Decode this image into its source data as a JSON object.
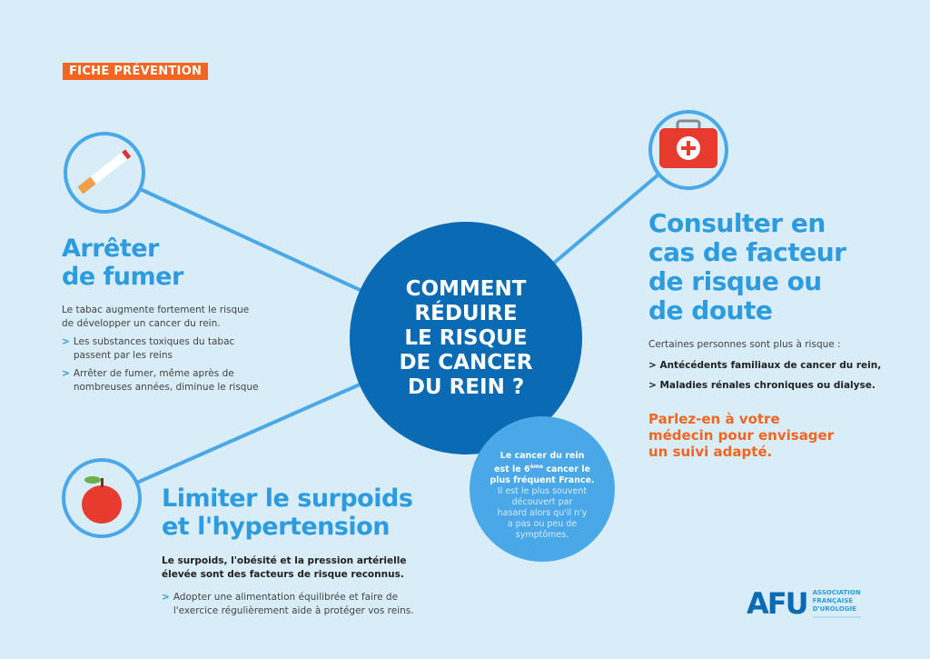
{
  "tag": "FICHE PRÉVENTION",
  "center": {
    "title_lines": [
      "COMMENT",
      "RÉDUIRE",
      "LE RISQUE",
      "DE CANCER",
      "DU REIN ?"
    ]
  },
  "fact": {
    "bold1": "Le cancer du rein",
    "bold2a": "est le 6",
    "bold2sup": "ème",
    "bold2b": " cancer le",
    "bold3": "plus fréquent France.",
    "text": "Il est le plus souvent découvert par hasard alors qu'il n'y a pas ou peu de symptômes."
  },
  "smoking": {
    "title1": "Arrêter",
    "title2": "de fumer",
    "intro": "Le tabac augmente fortement le risque de développer un cancer du rein.",
    "bullets": [
      "Les substances toxiques du tabac passent par les reins",
      "Arrêter de fumer, même après de nombreuses années, diminue le risque"
    ],
    "icon": "cigarette-icon"
  },
  "weight": {
    "title1": "Limiter le surpoids",
    "title2": "et l'hypertension",
    "intro": "Le surpoids, l'obésité et la pression artérielle élevée sont des facteurs de risque reconnus.",
    "bullets": [
      "Adopter une alimentation équilibrée et faire de l'exercice régulièrement aide à protéger vos reins."
    ],
    "icon": "apple-icon"
  },
  "consult": {
    "title_lines": [
      "Consulter en",
      "cas de facteur",
      "de risque ou",
      "de doute"
    ],
    "intro": "Certaines personnes sont plus à risque :",
    "bullets": [
      "> Antécédents familiaux de cancer du rein,",
      "> Maladies rénales chroniques ou dialyse."
    ],
    "cta": "Parlez-en à votre médecin pour envisager un suivi adapté.",
    "icon": "first-aid-kit-icon"
  },
  "logo": {
    "mark": "AFU",
    "lines": [
      "ASSOCIATION",
      "FRANÇAISE",
      "D'UROLOGIE"
    ]
  },
  "colors": {
    "bg": "#d8edf7",
    "dark_blue": "#0a6ab3",
    "light_blue": "#4aa8e8",
    "title_blue": "#2d9be0",
    "orange": "#f26522"
  }
}
